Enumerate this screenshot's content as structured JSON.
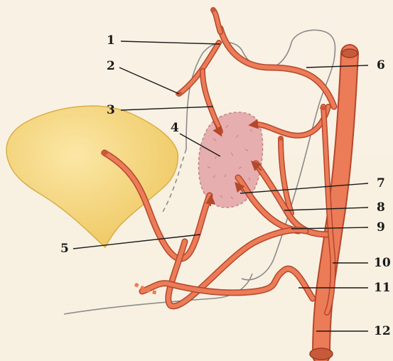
{
  "diagram": {
    "labels": [
      {
        "id": "1",
        "text": "1"
      },
      {
        "id": "2",
        "text": "2"
      },
      {
        "id": "3",
        "text": "3"
      },
      {
        "id": "4",
        "text": "4"
      },
      {
        "id": "5",
        "text": "5"
      },
      {
        "id": "6",
        "text": "6"
      },
      {
        "id": "7",
        "text": "7"
      },
      {
        "id": "8",
        "text": "8"
      },
      {
        "id": "9",
        "text": "9"
      },
      {
        "id": "10",
        "text": "10"
      },
      {
        "id": "11",
        "text": "11"
      },
      {
        "id": "12",
        "text": "12"
      }
    ],
    "colors": {
      "background": "#f8f1e2",
      "vessel": "#ec7b57",
      "vessel_edge": "#b4472c",
      "gland": "#e6aeae",
      "gland_edge": "#c98686",
      "organ": "#f2d27a",
      "outline": "#8c8c8c"
    }
  }
}
